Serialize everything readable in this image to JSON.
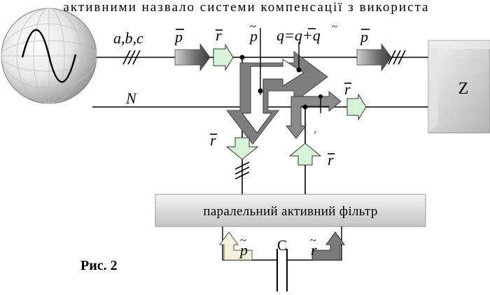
{
  "header_text": "активними назвало системи компенсації з використа",
  "labels": {
    "phases": "a,b,c",
    "neutral": "N",
    "p_bar_left": "p",
    "r_bar_top": "r",
    "p_tilde_top": "p",
    "q_eq": "q=q+q",
    "p_bar_right": "p",
    "r_bar_mid": "r",
    "r_small": "r",
    "r_bar_left": "r",
    "r_bar_right": "r",
    "load": "Z",
    "filter": "паралельний активний фільтр",
    "p_tilde_bottom": "p",
    "capacitor": "C",
    "r_tilde_bottom": "r",
    "figure": "Рис. 2"
  }
}
